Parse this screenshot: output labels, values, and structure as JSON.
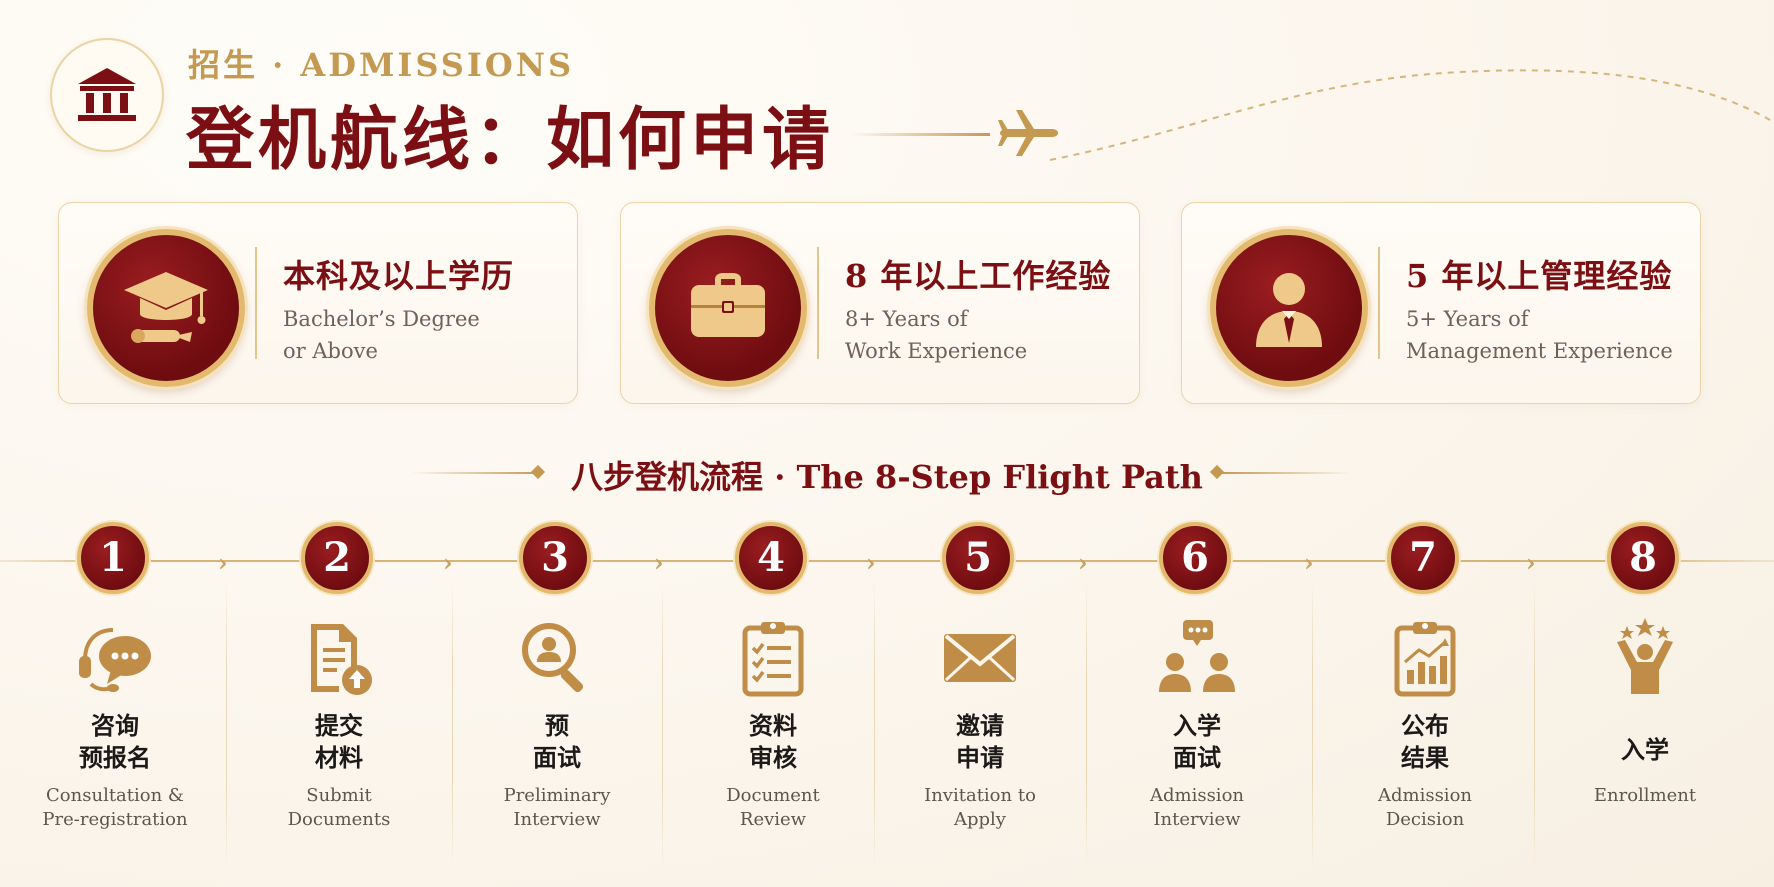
{
  "header": {
    "eyebrow": "招生 · ADMISSIONS",
    "title": "登机航线：如何申请"
  },
  "requirements": [
    {
      "icon": "graduation-cap-icon",
      "title": "本科及以上学历",
      "sub1": "Bachelor’s Degree",
      "sub2": "or Above"
    },
    {
      "icon": "briefcase-icon",
      "title": "8 年以上工作经验",
      "sub1": "8+ Years of",
      "sub2": "Work Experience"
    },
    {
      "icon": "manager-icon",
      "title": "5 年以上管理经验",
      "sub1": "5+ Years of",
      "sub2": "Management Experience"
    }
  ],
  "section": {
    "title": "八步登机流程 · The 8-Step Flight Path"
  },
  "steps": [
    {
      "num": "1",
      "icon": "headset-chat-icon",
      "zh1": "咨询",
      "zh2": "预报名",
      "en1": "Consultation &",
      "en2": "Pre-registration"
    },
    {
      "num": "2",
      "icon": "document-upload-icon",
      "zh1": "提交",
      "zh2": "材料",
      "en1": "Submit",
      "en2": "Documents"
    },
    {
      "num": "3",
      "icon": "search-person-icon",
      "zh1": "预",
      "zh2": "面试",
      "en1": "Preliminary",
      "en2": "Interview"
    },
    {
      "num": "4",
      "icon": "checklist-clipboard-icon",
      "zh1": "资料",
      "zh2": "审核",
      "en1": "Document",
      "en2": "Review"
    },
    {
      "num": "5",
      "icon": "envelope-icon",
      "zh1": "邀请",
      "zh2": "申请",
      "en1": "Invitation to",
      "en2": "Apply"
    },
    {
      "num": "6",
      "icon": "interview-people-icon",
      "zh1": "入学",
      "zh2": "面试",
      "en1": "Admission",
      "en2": "Interview"
    },
    {
      "num": "7",
      "icon": "chart-clipboard-icon",
      "zh1": "公布",
      "zh2": "结果",
      "en1": "Admission",
      "en2": "Decision"
    },
    {
      "num": "8",
      "icon": "celebration-stars-icon",
      "zh1": "入学",
      "zh2": "",
      "en1": "Enrollment",
      "en2": ""
    }
  ],
  "colors": {
    "primary": "#7c0f13",
    "gold": "#c49a52",
    "background": "#fbf5ec"
  }
}
